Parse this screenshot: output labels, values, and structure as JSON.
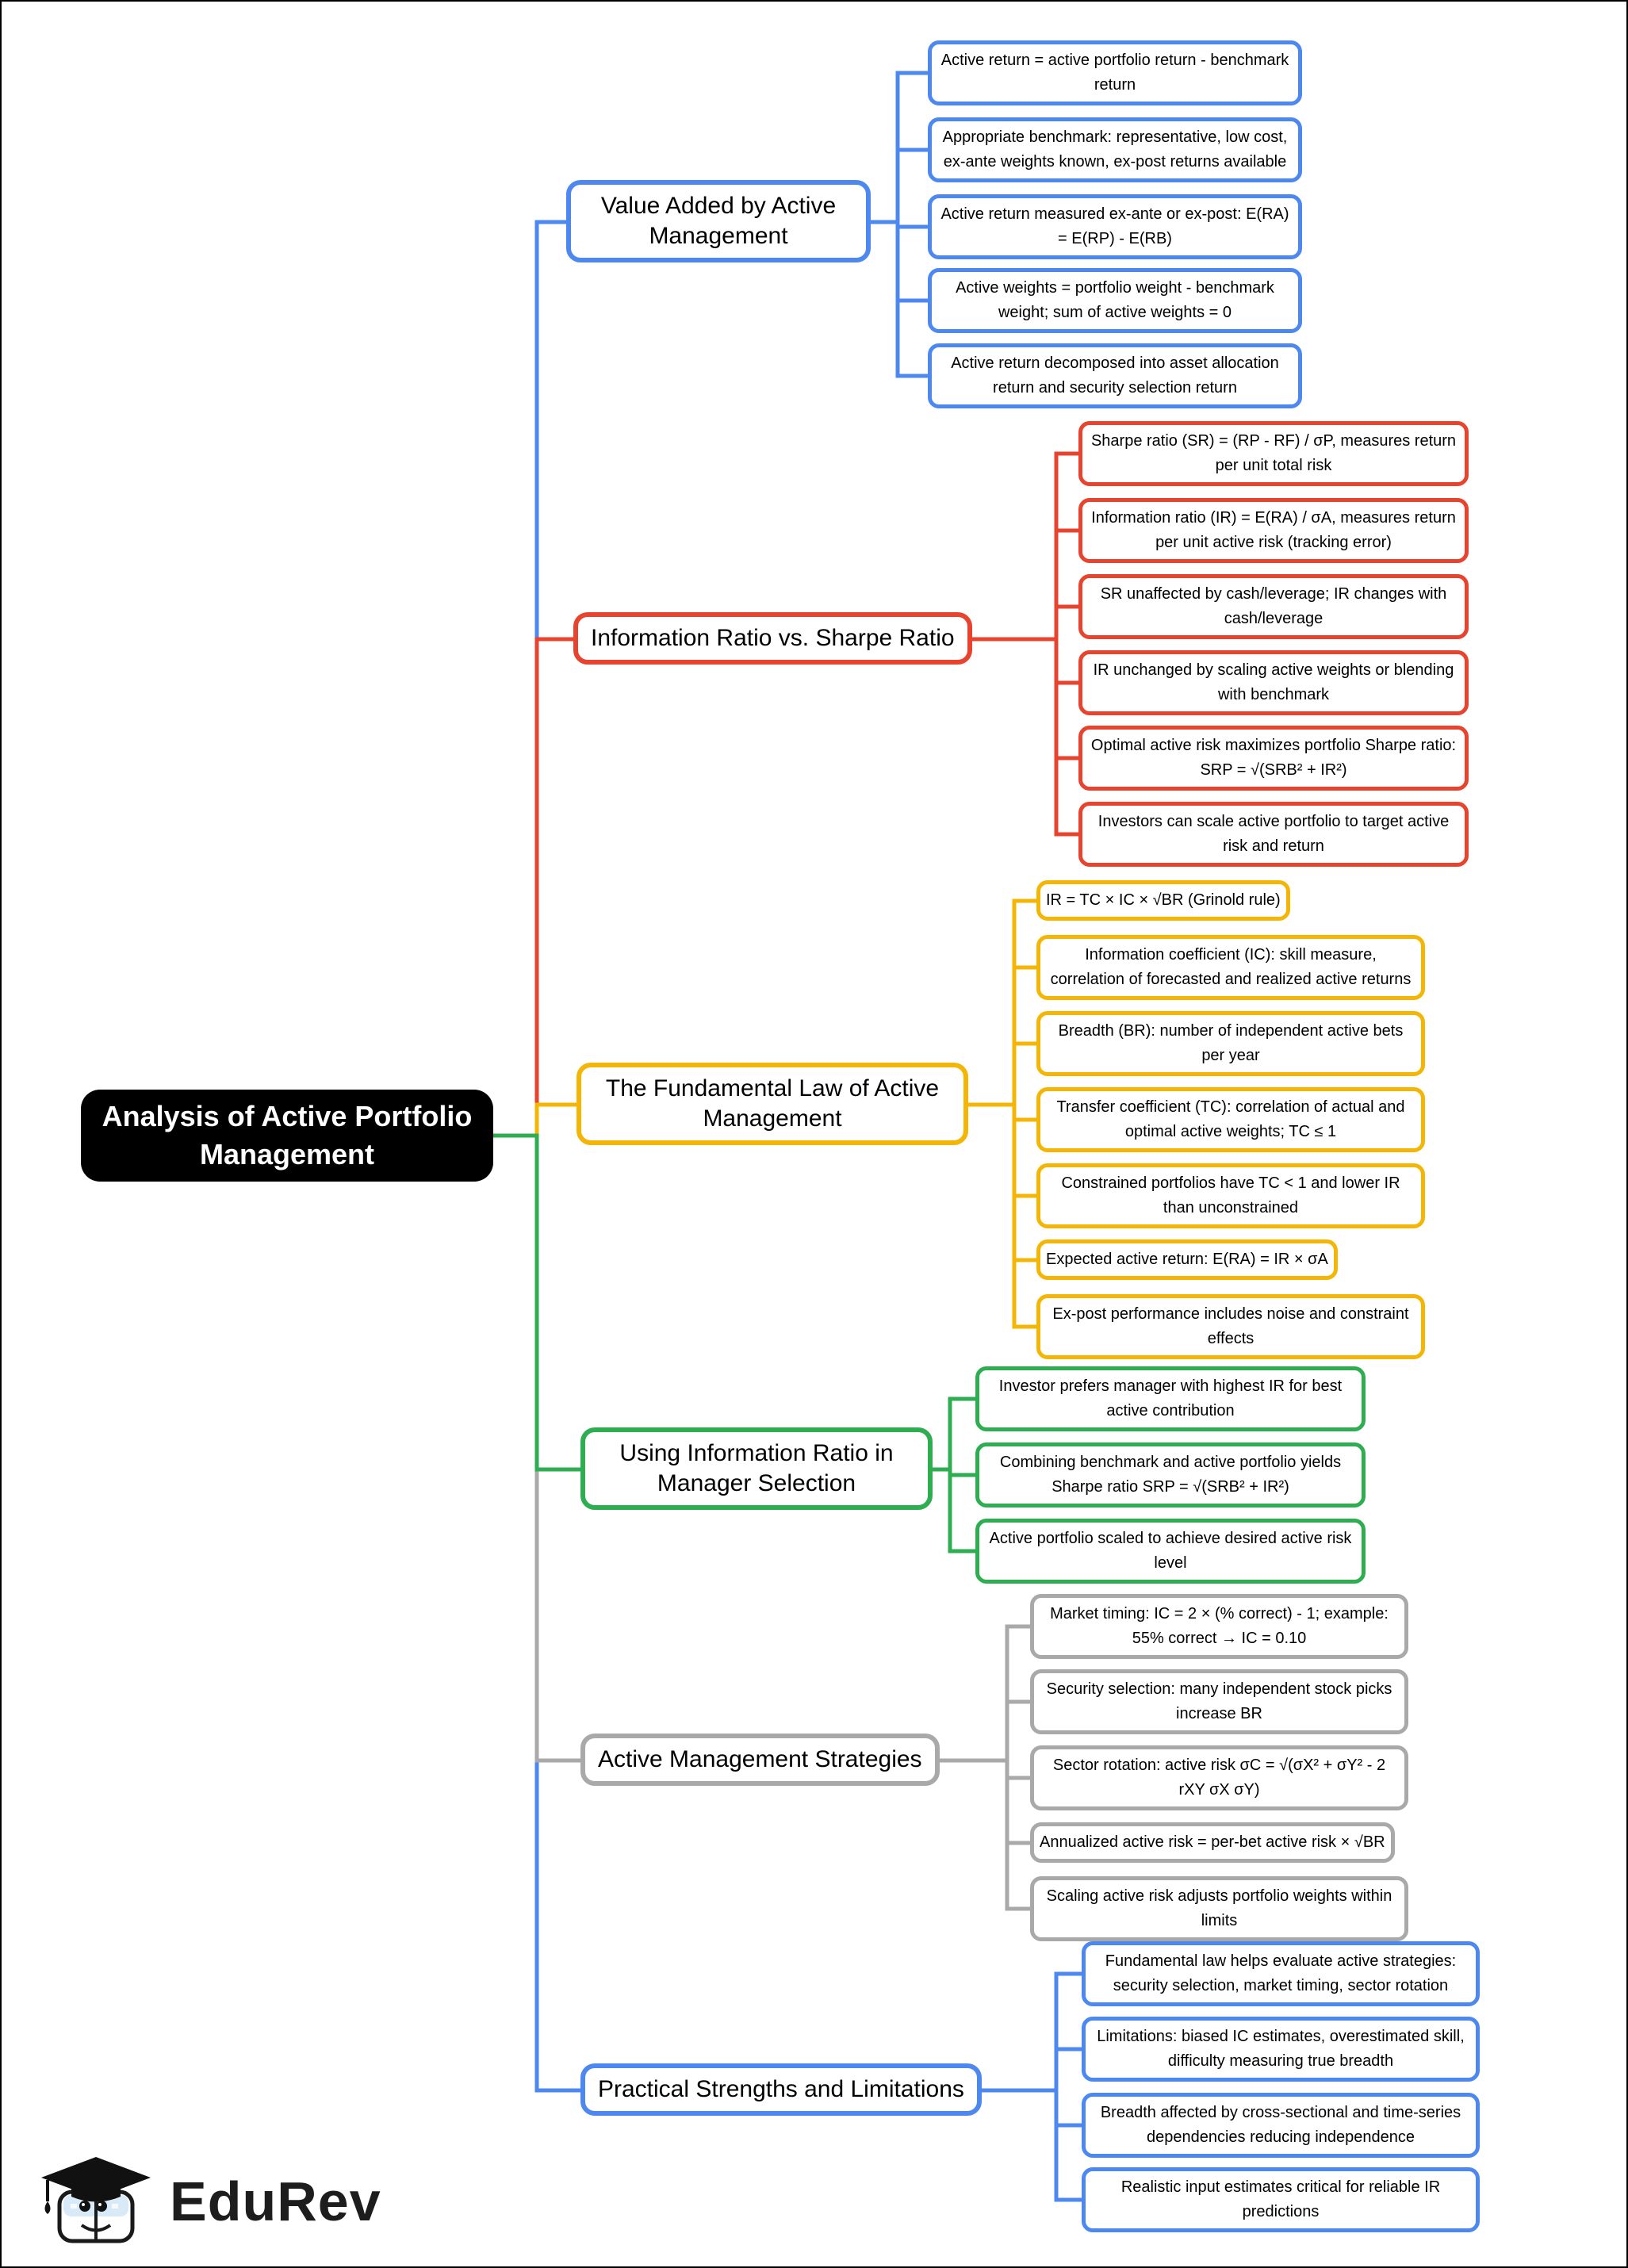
{
  "root": {
    "label": "Analysis of Active Portfolio Management",
    "bg_color": "#000000",
    "text_color": "#ffffff"
  },
  "branches": [
    {
      "title": "Value Added by Active Management",
      "color": "#4d88f0",
      "leaves": [
        "Active return = active portfolio return - benchmark return",
        "Appropriate benchmark: representative, low cost, ex-ante weights known, ex-post returns available",
        "Active return measured ex-ante or ex-post: E(RA) = E(RP) - E(RB)",
        "Active weights = portfolio weight - benchmark weight; sum of active weights = 0",
        "Active return decomposed into asset allocation return and security selection return"
      ]
    },
    {
      "title": "Information Ratio vs. Sharpe Ratio",
      "color": "#e8432f",
      "leaves": [
        "Sharpe ratio (SR) = (RP - RF) / σP, measures return per unit total risk",
        "Information ratio (IR) = E(RA) / σA, measures return per unit active risk (tracking error)",
        "SR unaffected by cash/leverage; IR changes with cash/leverage",
        "IR unchanged by scaling active weights or blending with benchmark",
        "Optimal active risk maximizes portfolio Sharpe ratio: SRP = √(SRB² + IR²)",
        "Investors can scale active portfolio to target active risk and return"
      ]
    },
    {
      "title": "The Fundamental Law of Active Management",
      "color": "#f4b504",
      "leaves": [
        "IR = TC × IC × √BR (Grinold rule)",
        "Information coefficient (IC): skill measure, correlation of forecasted and realized active returns",
        "Breadth (BR): number of independent active bets per year",
        "Transfer coefficient (TC): correlation of actual and optimal active weights; TC ≤ 1",
        "Constrained portfolios have TC < 1 and lower IR than unconstrained",
        "Expected active return: E(RA) = IR × σA",
        "Ex-post performance includes noise and constraint effects"
      ]
    },
    {
      "title": "Using Information Ratio in Manager Selection",
      "color": "#2fae51",
      "leaves": [
        "Investor prefers manager with highest IR for best active contribution",
        "Combining benchmark and active portfolio yields Sharpe ratio SRP = √(SRB² + IR²)",
        "Active portfolio scaled to achieve desired active risk level"
      ]
    },
    {
      "title": "Active Management Strategies",
      "color": "#a9a9a9",
      "leaves": [
        "Market timing: IC = 2 × (% correct) - 1; example: 55% correct → IC = 0.10",
        "Security selection: many independent stock picks increase BR",
        "Sector rotation: active risk σC = √(σX² + σY² - 2 rXY σX σY)",
        "Annualized active risk = per-bet active risk × √BR",
        "Scaling active risk adjusts portfolio weights within limits"
      ]
    },
    {
      "title": "Practical Strengths and Limitations",
      "color": "#4d88f0",
      "leaves": [
        "Fundamental law helps evaluate active strategies: security selection, market timing, sector rotation",
        "Limitations: biased IC estimates, overestimated skill, difficulty measuring true breadth",
        "Breadth affected by cross-sectional and time-series dependencies reducing independence",
        "Realistic input estimates critical for reliable IR predictions"
      ]
    }
  ],
  "logo": {
    "text": "EduRev",
    "color": "#1d1d1d"
  }
}
